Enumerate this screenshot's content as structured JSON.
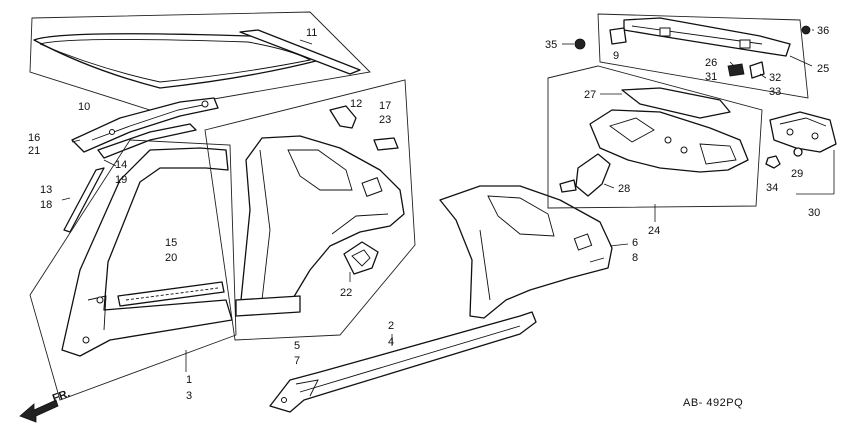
{
  "diagram": {
    "code": "AB- 492PQ",
    "direction_label": "FR.",
    "callouts": {
      "c1": "1",
      "c2": "2",
      "c3": "3",
      "c4": "4",
      "c5": "5",
      "c6": "6",
      "c7": "7",
      "c8": "8",
      "c9": "9",
      "c10": "10",
      "c11": "11",
      "c12": "12",
      "c13": "13",
      "c14": "14",
      "c15": "15",
      "c16": "16",
      "c17": "17",
      "c18": "18",
      "c19": "19",
      "c20": "20",
      "c21": "21",
      "c22": "22",
      "c23": "23",
      "c24": "24",
      "c25": "25",
      "c26": "26",
      "c27": "27",
      "c28": "28",
      "c29": "29",
      "c30": "30",
      "c31": "31",
      "c32": "32",
      "c33": "33",
      "c34": "34",
      "c35": "35",
      "c36": "36"
    }
  }
}
